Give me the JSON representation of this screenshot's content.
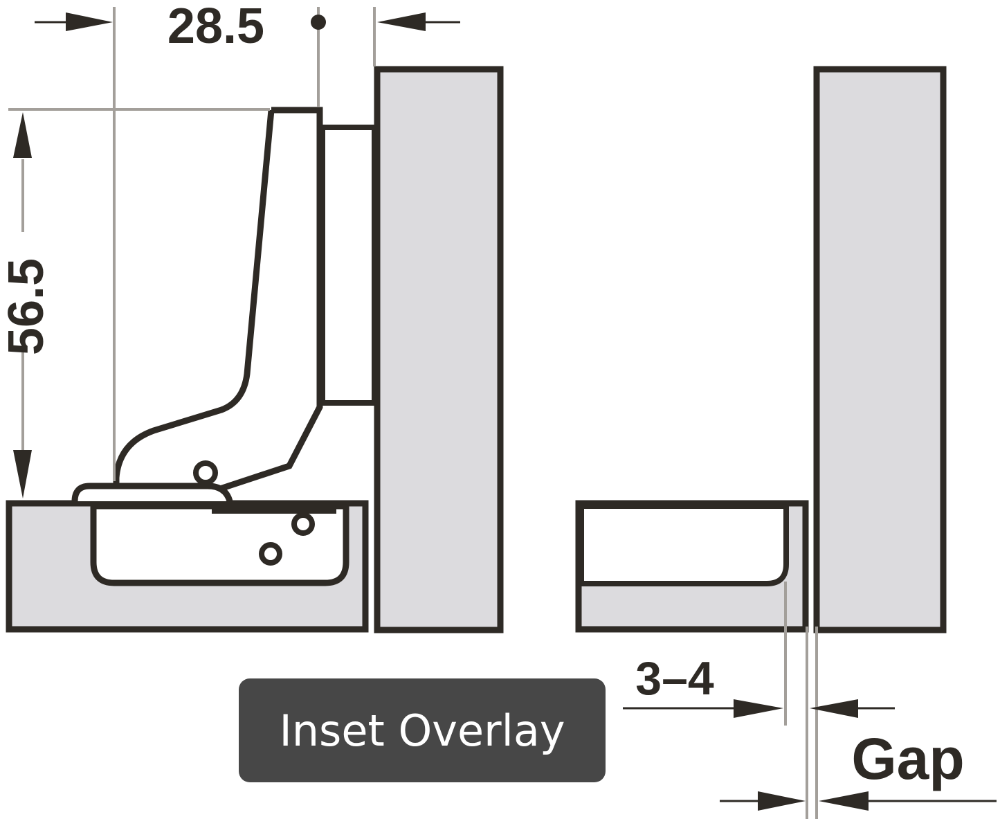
{
  "diagram": {
    "type": "technical-drawing",
    "subject": "Concealed cabinet hinge – inset overlay",
    "dimensions": {
      "width_label": "28.5",
      "height_label": "56.5",
      "inset_label": "3–4",
      "gap_label": "Gap"
    },
    "badge": {
      "label": "Inset Overlay"
    },
    "colors": {
      "outline": "#2e2a25",
      "panel_fill": "#dcdbde",
      "dimension_line": "#a39f9a",
      "badge_bg": "#474747",
      "badge_text": "#ffffff",
      "background": "#ffffff"
    }
  }
}
